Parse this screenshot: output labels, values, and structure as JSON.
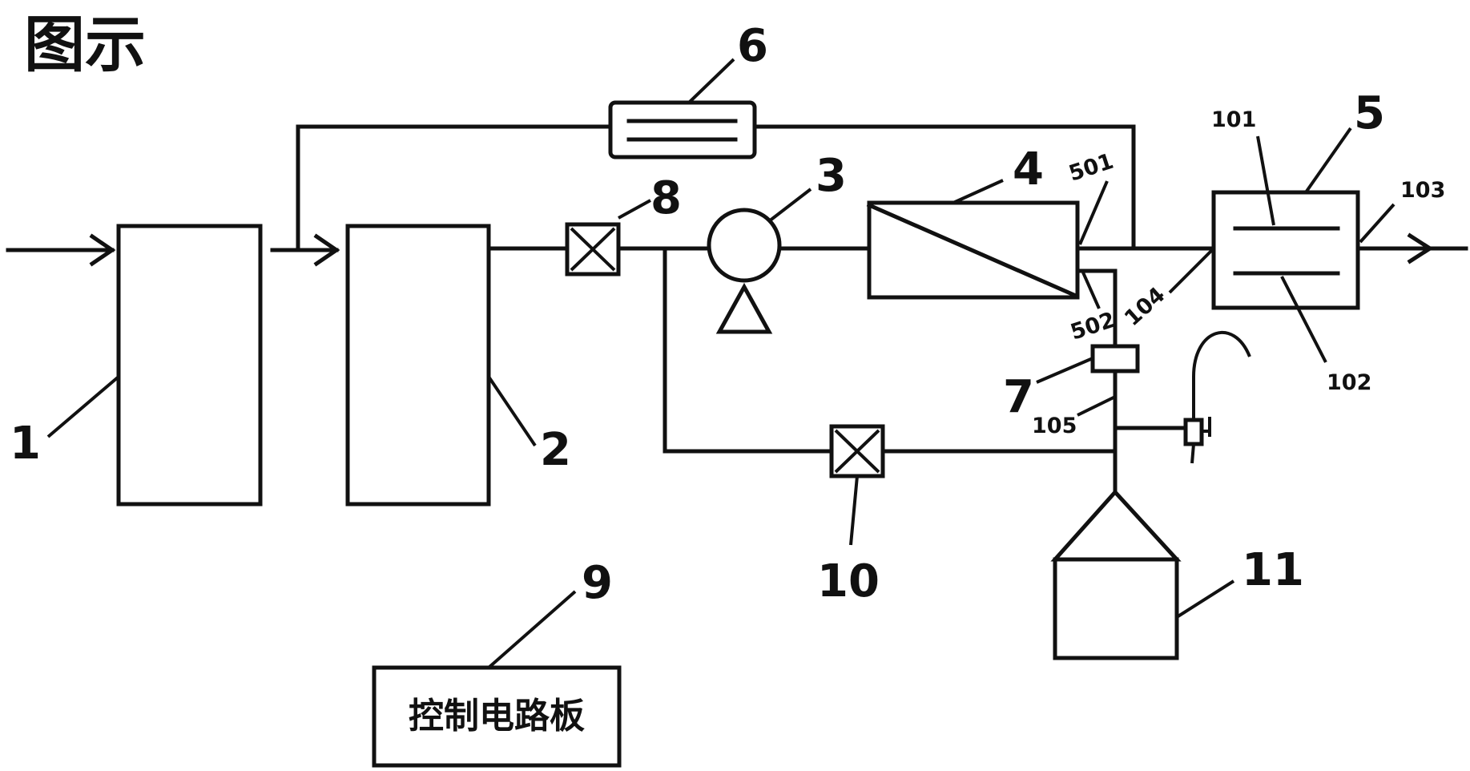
{
  "title": "图示",
  "labels": {
    "c1": "1",
    "c2": "2",
    "c3": "3",
    "c4": "4",
    "c5": "5",
    "c6": "6",
    "c7": "7",
    "c8": "8",
    "c9": "9",
    "c10": "10",
    "c11": "11",
    "p101": "101",
    "p102": "102",
    "p103": "103",
    "p104": "104",
    "p105": "105",
    "p501": "501",
    "p502": "502"
  },
  "control_board": {
    "text": "控制电路板"
  }
}
